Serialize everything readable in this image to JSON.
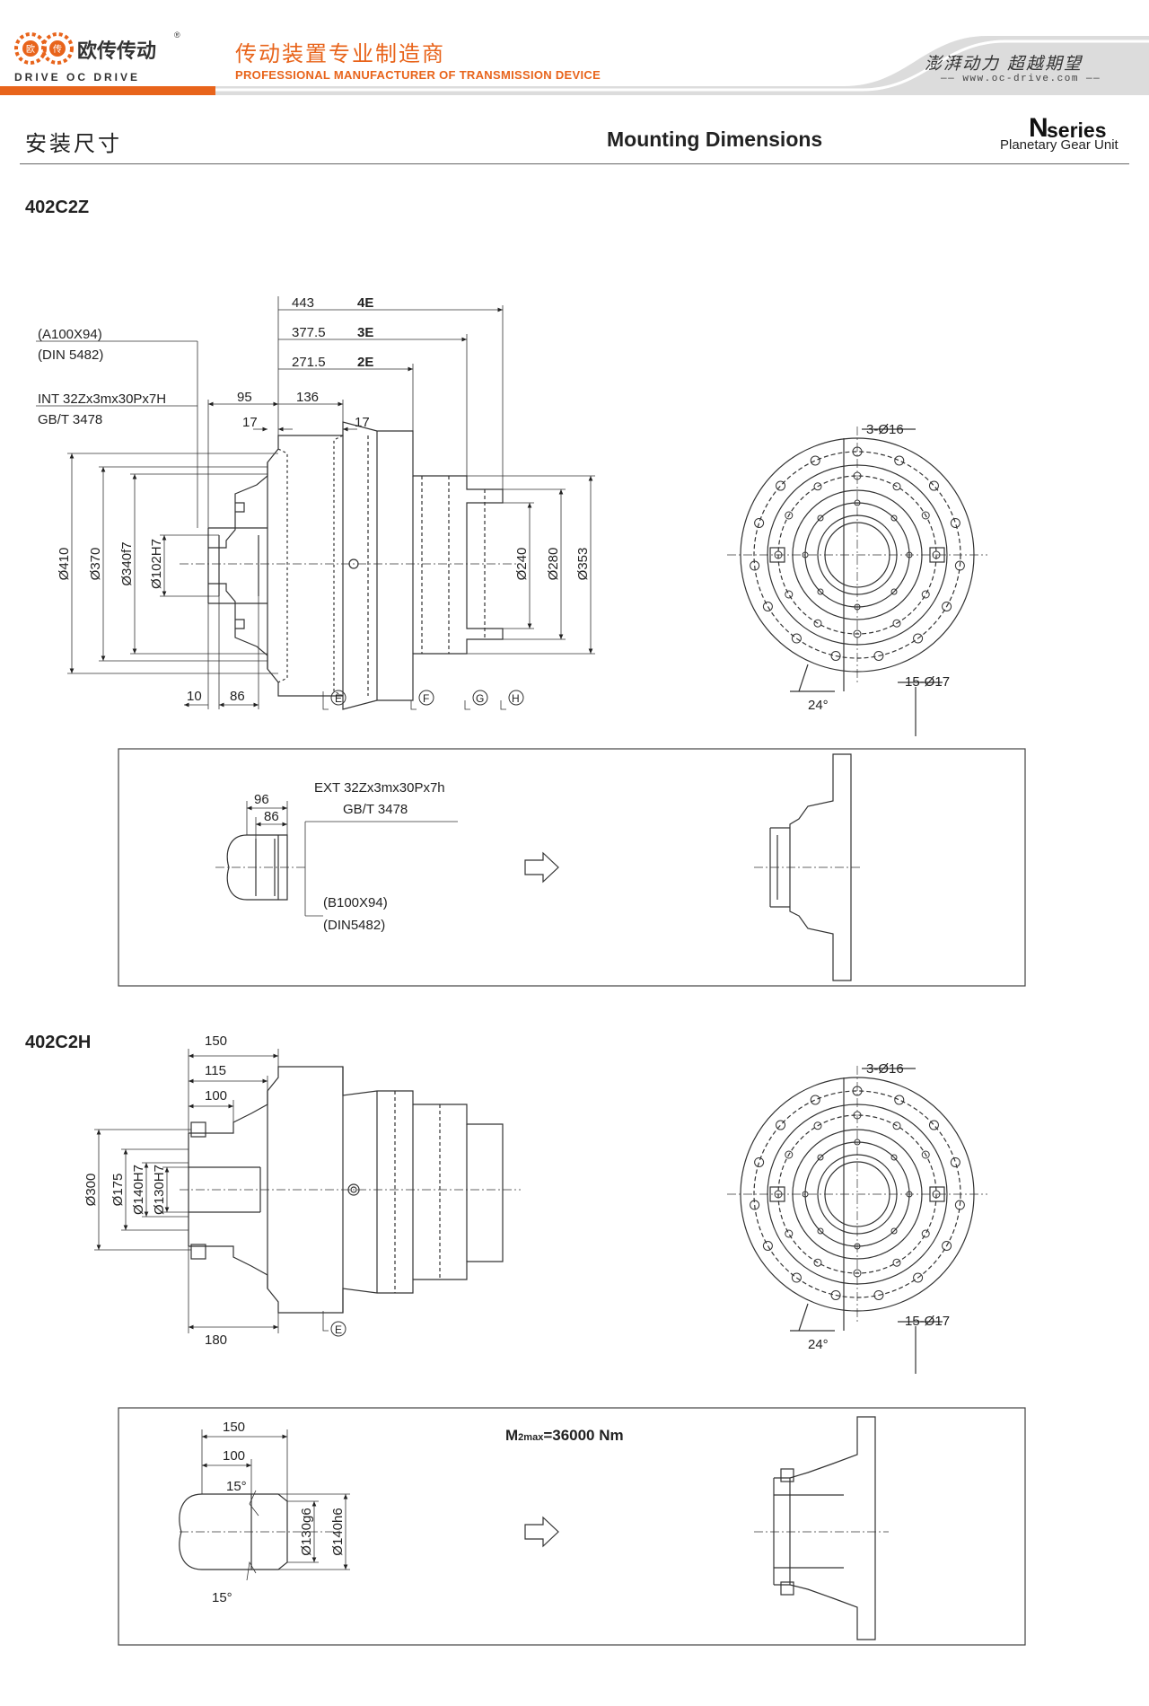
{
  "header": {
    "logo_text_cn": "欧传传动",
    "logo_text_en": "DRIVE  OC DRIVE",
    "logo_mark_left": "欧",
    "logo_mark_right": "传",
    "registered": "®",
    "brand_cn": "传动装置专业制造商",
    "brand_en": "PROFESSIONAL MANUFACTURER OF TRANSMISSION DEVICE",
    "slogan": "澎湃动力 超越期望",
    "website": "www.oc-drive.com",
    "accent_color": "#e8641b"
  },
  "section": {
    "title_cn": "安装尺寸",
    "title_en": "Mounting Dimensions",
    "series_letter": "N",
    "series_word": "series",
    "series_sub": "Planetary Gear Unit"
  },
  "model_a": {
    "name": "402C2Z",
    "dims": {
      "d443": "443",
      "e4": "4E",
      "d3775": "377.5",
      "e3": "3E",
      "d2715": "271.5",
      "e2": "2E",
      "spline_a": "(A100X94)",
      "din_a": "(DIN 5482)",
      "int_spline": "INT 32Zx3mx30Px7H",
      "gbt_a": "GB/T 3478",
      "d95": "95",
      "d136": "136",
      "d17a": "17",
      "d17b": "17",
      "d410": "Ø410",
      "d370": "Ø370",
      "d340": "Ø340f7",
      "d102": "Ø102H7",
      "d240": "Ø240",
      "d280": "Ø280",
      "d353": "Ø353",
      "d10": "10",
      "d86": "86",
      "lbl_e": "E",
      "lbl_f": "F",
      "lbl_g": "G",
      "lbl_h": "H",
      "holes_3": "3-Ø16",
      "holes_15": "15-Ø17",
      "angle_24": "24°"
    },
    "option": {
      "d96": "96",
      "d86": "86",
      "ext_spline": "EXT 32Zx3mx30Px7h",
      "gbt": "GB/T 3478",
      "spline_b": "(B100X94)",
      "din_b": "(DIN5482)"
    }
  },
  "model_b": {
    "name": "402C2H",
    "dims": {
      "d150": "150",
      "d115": "115",
      "d100": "100",
      "d300": "Ø300",
      "d175": "Ø175",
      "d140": "Ø140H7",
      "d130": "Ø130H7",
      "d180": "180",
      "lbl_e": "E",
      "holes_3": "3-Ø16",
      "holes_15": "15-Ø17",
      "angle_24": "24°"
    },
    "option": {
      "d150": "150",
      "d100": "100",
      "angle_15a": "15°",
      "angle_15b": "15°",
      "d130g6": "Ø130g6",
      "d140h6": "Ø140h6",
      "torque_prefix": "M",
      "torque_sub": "2max",
      "torque_value": "=36000 Nm"
    }
  }
}
